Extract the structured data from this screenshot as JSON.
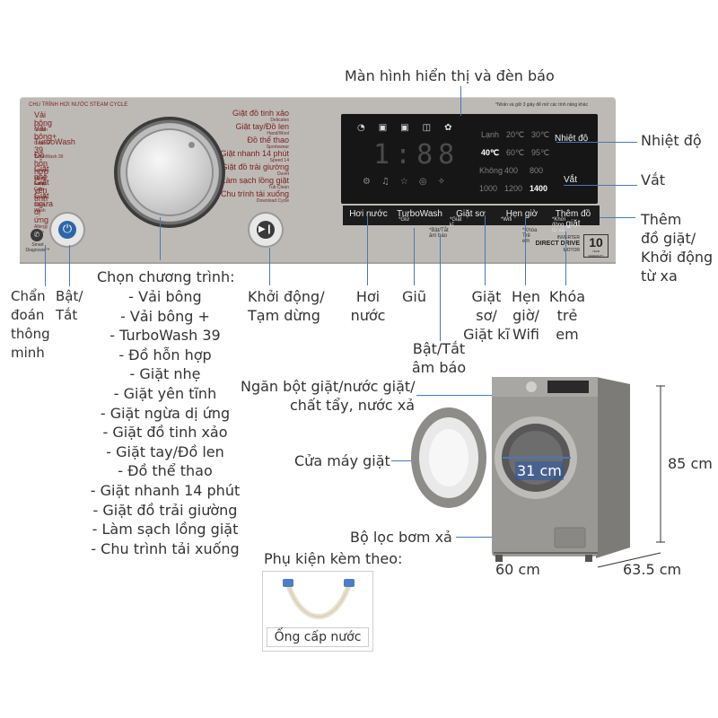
{
  "callouts": {
    "display": "Màn hình hiển thị và đèn báo",
    "temperature": "Nhiệt độ",
    "spin": "Vắt",
    "add_item": [
      "Thêm",
      "đồ giặt/",
      "Khởi động",
      "từ xa"
    ],
    "smart_diagnosis": [
      "Chẩn",
      "đoán",
      "thông",
      "minh"
    ],
    "power": [
      "Bật/",
      "Tắt"
    ],
    "program_title": "Chọn chương trình:",
    "programs": [
      "- Vải bông",
      "- Vải bông +",
      "- TurboWash 39",
      "- Đồ hỗn hợp",
      "- Giặt nhẹ",
      "- Giặt yên tĩnh",
      "- Giặt ngừa dị ứng",
      "- Giặt đồ tinh xảo",
      "- Giặt tay/Đồ len",
      "- Đồ thể thao",
      "- Giặt nhanh 14 phút",
      "- Giặt đồ trải giường",
      "- Làm sạch lồng giặt",
      "- Chu trình tải xuống"
    ],
    "start_pause": [
      "Khởi động/",
      "Tạm dừng"
    ],
    "steam": [
      "Hơi",
      "nước"
    ],
    "hold": "Giũ",
    "sound": [
      "Bật/Tắt",
      "âm báo"
    ],
    "prewash": [
      "Giặt",
      "sơ/",
      "Giặt kĩ"
    ],
    "timer": [
      "Hẹn",
      "giờ/",
      "Wifi"
    ],
    "child_lock": [
      "Khóa",
      "trẻ",
      "em"
    ],
    "detergent": [
      "Ngăn bột giặt/nước giặt/",
      "chất tẩy, nước xả"
    ],
    "door": "Cửa máy giặt",
    "drum_size": "31 cm",
    "height": "85 cm",
    "pump_filter": "Bộ lọc bơm xả",
    "width": "60 cm",
    "depth": "63.5 cm",
    "accessories_title": "Phụ kiện kèm theo:",
    "hose": "Ống cấp nước"
  },
  "panel": {
    "note": "*Nhấn và giữ 3 giây để mở các tính năng khác",
    "steam_cycle": "CHU TRÌNH HƠI NƯỚC STEAM CYCLE",
    "programs_left": [
      {
        "vi": "Vải bông",
        "en": "Cotton"
      },
      {
        "vi": "Vải bông+",
        "en": "Cotton+"
      },
      {
        "vi": "TurboWash 39",
        "en": "TurboWash 39"
      },
      {
        "vi": "Đồ hỗn hợp",
        "en": "Mixed Fabric"
      },
      {
        "vi": "Giặt nhẹ",
        "en": "Easy Care"
      },
      {
        "vi": "Giặt yên tĩnh",
        "en": "Silent Wash"
      },
      {
        "vi": "Giặt ngừa dị ứng",
        "en": "Allergy Care"
      }
    ],
    "programs_right": [
      {
        "vi": "Giặt đồ tinh xảo",
        "en": "Delicates"
      },
      {
        "vi": "Giặt tay/Đồ len",
        "en": "Hand/Wool"
      },
      {
        "vi": "Đồ thể thao",
        "en": "Sportswear"
      },
      {
        "vi": "Giặt nhanh 14 phút",
        "en": "Speed 14"
      },
      {
        "vi": "Giặt đồ trải giường",
        "en": "Duvet"
      },
      {
        "vi": "Làm sạch lồng giặt",
        "en": "Tub Clean"
      },
      {
        "vi": "Chu trình tải xuống",
        "en": "Download Cycle"
      }
    ],
    "smart_diag": "Smart Diagnosis™",
    "temp_options": [
      "Lạnh",
      "20℃",
      "30℃",
      "40℃",
      "60℃",
      "95℃"
    ],
    "spin_options": [
      "Không",
      "400",
      "800",
      "1000",
      "1200",
      "1400"
    ],
    "digits": "1:88",
    "buttons": [
      "Hơi nước",
      "TurboWash",
      "Giặt sơ",
      "Hẹn giờ",
      "Thêm đồ giặt"
    ],
    "button_subs": [
      "*Giữ",
      "*Giặt kĩ",
      "*Wifi",
      "*Khởi động từ xa"
    ],
    "sound_sub": "*Bật/Tắt âm báo",
    "lock_sub": "*Khóa Trẻ em",
    "temp_button": "Nhiệt độ",
    "spin_button": "Vắt",
    "inverter": [
      "INVERTER",
      "DIRECT DRIVE",
      "MOTOR"
    ],
    "warranty": "10",
    "warranty_sub": "YEAR WARRANTY"
  },
  "colors": {
    "accent_line": "#4a78b5",
    "panel": "#bdbab5",
    "display": "#161616",
    "machine": "#9a9894"
  }
}
